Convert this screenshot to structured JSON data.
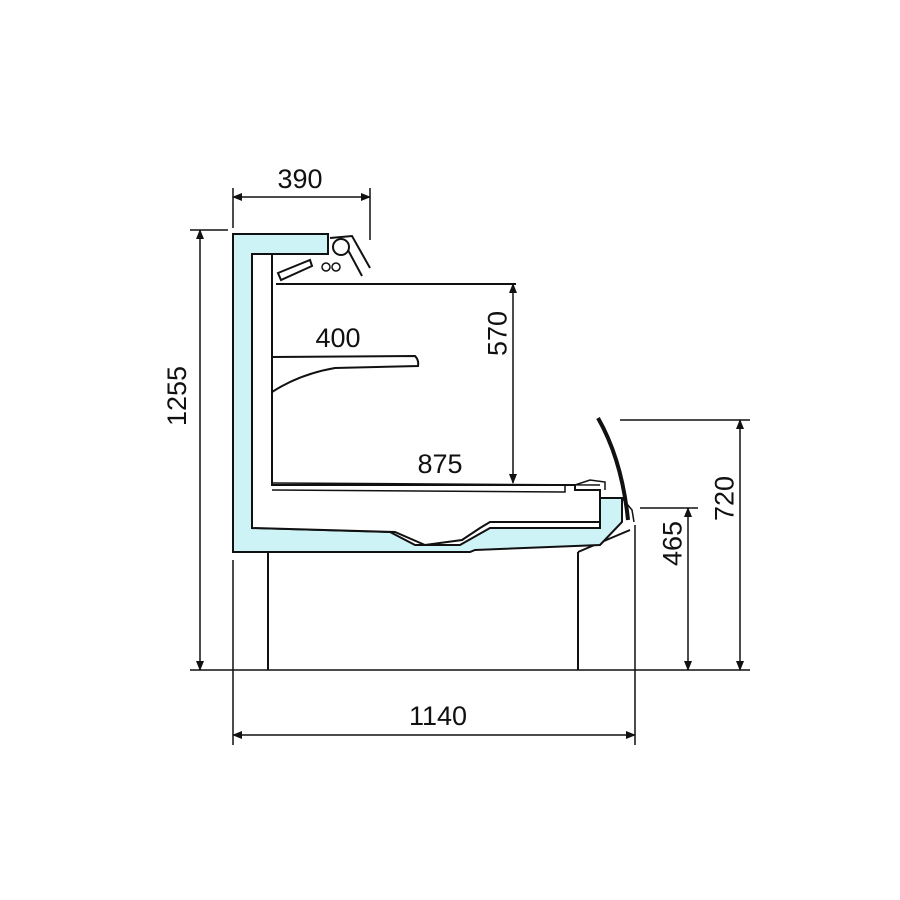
{
  "title": "Display counter cross-section",
  "colors": {
    "insulation": "#cdf3f7",
    "line": "#111111",
    "background": "#ffffff"
  },
  "dimensions": {
    "top_depth": "390",
    "total_height": "1255",
    "shelf_depth": "400",
    "display_height": "570",
    "deck_depth": "875",
    "front_height": "720",
    "counter_height": "465",
    "total_depth": "1140"
  }
}
